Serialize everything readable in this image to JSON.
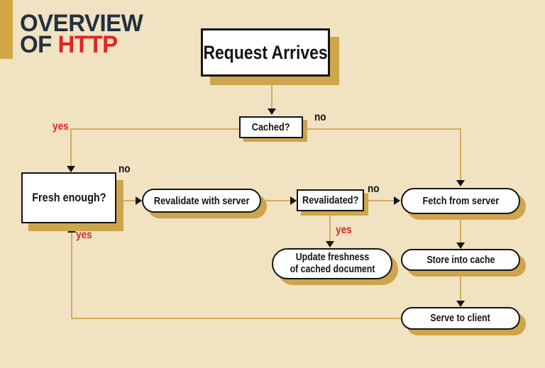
{
  "header": {
    "title_line1": "OVERVIEW",
    "title_of": "OF ",
    "title_http": "HTTP"
  },
  "flowchart": {
    "nodes": {
      "request_arrives": {
        "label": "Request Arrives",
        "shape": "rect"
      },
      "cached": {
        "label": "Cached?",
        "shape": "rect"
      },
      "fresh_enough": {
        "label": "Fresh enough?",
        "shape": "rect"
      },
      "revalidate": {
        "label": "Revalidate with server",
        "shape": "pill"
      },
      "revalidated": {
        "label": "Revalidated?",
        "shape": "rect"
      },
      "fetch": {
        "label": "Fetch from server",
        "shape": "pill"
      },
      "update_freshness": {
        "line1": "Update freshness",
        "line2": "of cached document",
        "shape": "pill"
      },
      "store": {
        "label": "Store into cache",
        "shape": "pill"
      },
      "serve": {
        "label": "Serve to client",
        "shape": "pill"
      }
    },
    "edge_labels": {
      "cached_yes": "yes",
      "cached_no": "no",
      "fresh_no": "no",
      "loop_yes": "yes",
      "revalidated_no": "no",
      "revalidated_yes": "yes"
    },
    "edges": [
      {
        "from": "request_arrives",
        "to": "cached",
        "label": ""
      },
      {
        "from": "cached",
        "to": "fresh_enough",
        "label": "yes"
      },
      {
        "from": "cached",
        "to": "fetch",
        "label": "no"
      },
      {
        "from": "fresh_enough",
        "to": "revalidate",
        "label": "no"
      },
      {
        "from": "revalidate",
        "to": "revalidated",
        "label": ""
      },
      {
        "from": "revalidated",
        "to": "fetch",
        "label": "no"
      },
      {
        "from": "revalidated",
        "to": "update_freshness",
        "label": "yes"
      },
      {
        "from": "fetch",
        "to": "store",
        "label": ""
      },
      {
        "from": "store",
        "to": "serve",
        "label": ""
      },
      {
        "from": "serve",
        "to": "fresh_enough",
        "label": "yes"
      }
    ],
    "colors": {
      "background": "#f1e2c2",
      "gold_bar": "#d2a846",
      "node_shadow": "#cda64b",
      "connector": "#d2ad5c",
      "node_fill": "#ffffff",
      "node_border": "#141414",
      "title_navy": "#22303f",
      "title_red": "#e02423",
      "yes_red": "#d92b2b"
    }
  }
}
